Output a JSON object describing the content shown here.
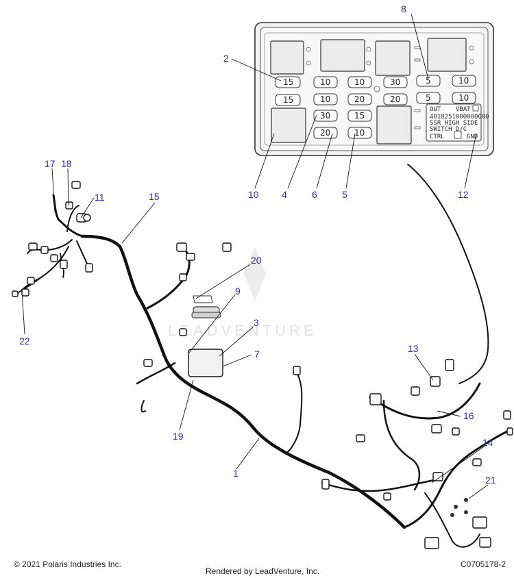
{
  "watermark": "LEADVENTURE",
  "fuse_box": {
    "fuses_left": [
      "15",
      "15"
    ],
    "fuses_mid_a": [
      "10",
      "10",
      "30",
      "20"
    ],
    "fuses_mid_b": [
      "10",
      "20",
      "15",
      "10"
    ],
    "fuses_mid_c": [
      "30",
      "20"
    ],
    "fuses_right_a": [
      "5",
      "5"
    ],
    "fuses_right_b": [
      "10",
      "10"
    ],
    "relay": {
      "out": "OUT",
      "vbat": "VBAT",
      "part": "4018251000000000",
      "line1": "SSR  HIGH  SIDE",
      "line2": "SWITCH     D/C",
      "ctrl": "CTRL",
      "gnd": "GND"
    }
  },
  "callouts": [
    "1",
    "2",
    "3",
    "4",
    "5",
    "6",
    "7",
    "8",
    "9",
    "10",
    "11",
    "12",
    "13",
    "14",
    "15",
    "16",
    "17",
    "18",
    "19",
    "20",
    "21",
    "22"
  ],
  "footer": {
    "copyright": "© 2021 Polaris Industries Inc.",
    "rendered": "Rendered by LeadVenture, Inc.",
    "code": "C0705178-2"
  }
}
